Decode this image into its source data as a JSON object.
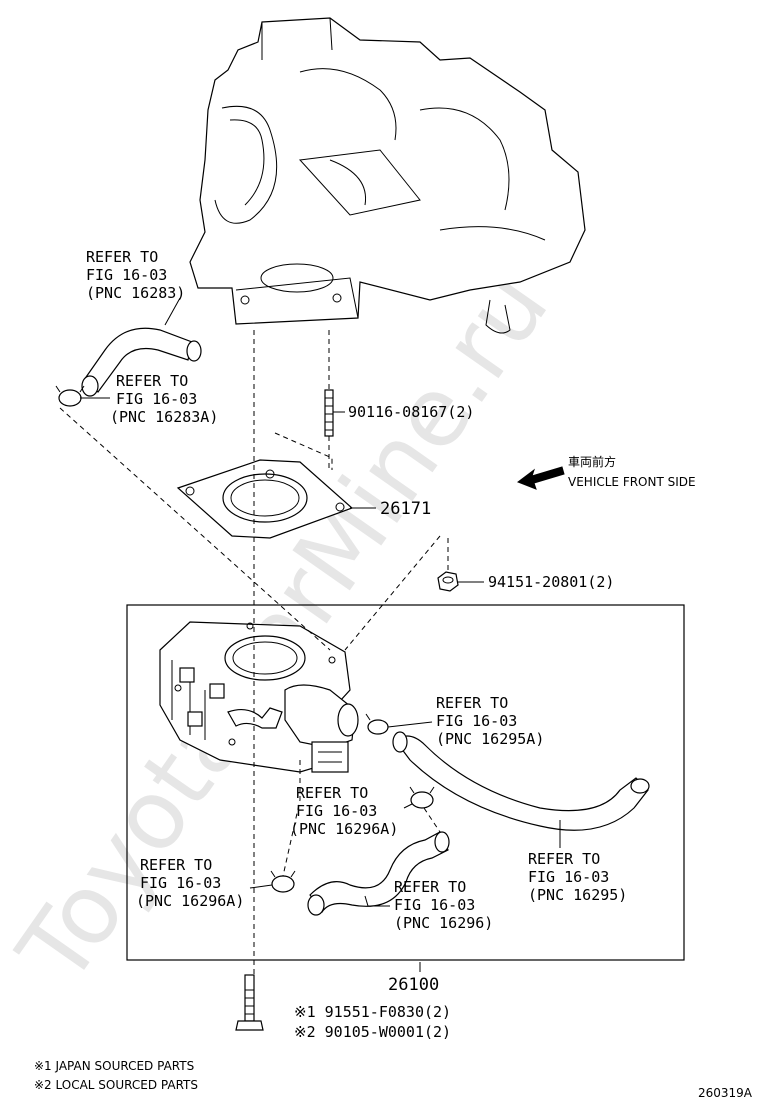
{
  "watermark": "ToyotaCarMine.ru",
  "labels": {
    "pnc_16283": [
      "REFER TO",
      "FIG 16-03",
      "(PNC 16283)"
    ],
    "pnc_16283a": [
      "REFER TO",
      "FIG 16-03",
      "(PNC 16283A)"
    ],
    "stud": "90116-08167(2)",
    "direction_jp": "車両前方",
    "direction_en": "VEHICLE FRONT SIDE",
    "gasket": "26171",
    "nut": "94151-20801(2)",
    "pnc_16295a": [
      "REFER TO",
      "FIG 16-03",
      "(PNC 16295A)"
    ],
    "pnc_16296a_upper": [
      "REFER TO",
      "FIG 16-03",
      "(PNC 16296A)"
    ],
    "pnc_16295": [
      "REFER TO",
      "FIG 16-03",
      "(PNC 16295)"
    ],
    "pnc_16296a_lower": [
      "REFER TO",
      "FIG 16-03",
      "(PNC 16296A)"
    ],
    "pnc_16296": [
      "REFER TO",
      "FIG 16-03",
      "(PNC 16296)"
    ],
    "throttle_body": "26100",
    "bolt_1": "※1 91551-F0830(2)",
    "bolt_2": "※2 90105-W0001(2)",
    "note_1": "※1 JAPAN SOURCED PARTS",
    "note_2": "※2 LOCAL SOURCED PARTS",
    "figure_id": "260319A"
  }
}
